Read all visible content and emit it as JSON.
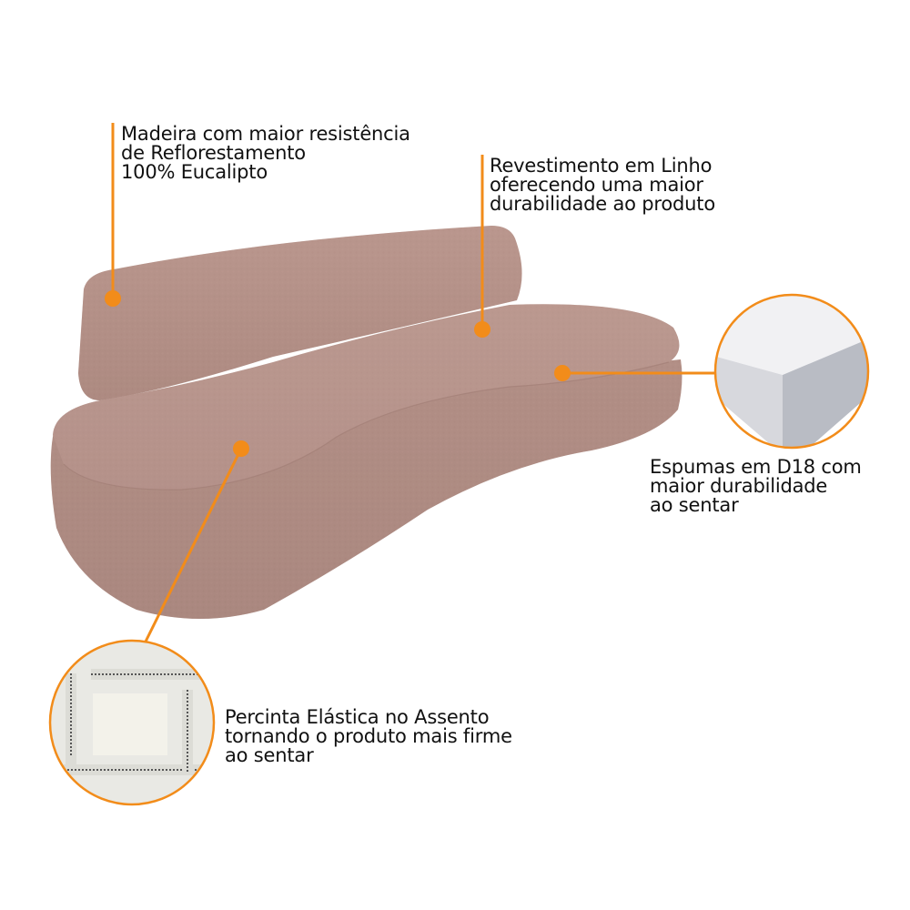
{
  "product": {
    "name": "curved-sofa",
    "fabric_color": "#b59289",
    "accent_color": "#f28c1a"
  },
  "callouts": [
    {
      "id": "wood",
      "lines": [
        "Madeira com maior resistência",
        "de Reflorestamento",
        "100% Eucalipto"
      ]
    },
    {
      "id": "linen",
      "lines": [
        "Revestimento em Linho",
        "oferecendo uma maior",
        "durabilidade ao produto"
      ]
    },
    {
      "id": "foam",
      "lines": [
        "Espumas em D18 com",
        "maior durabilidade",
        "ao sentar"
      ],
      "inset_image": "foam-block-closeup"
    },
    {
      "id": "webbing",
      "lines": [
        "Percinta Elástica no Assento",
        "tornando o produto mais firme",
        "ao sentar"
      ],
      "inset_image": "elastic-webbing-closeup"
    }
  ]
}
